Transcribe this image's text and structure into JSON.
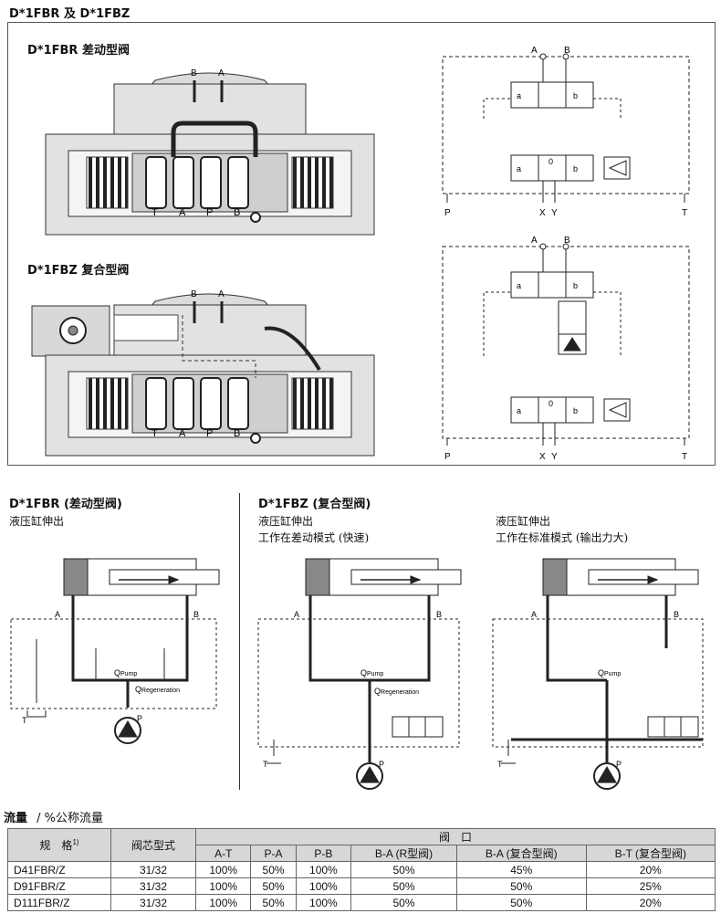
{
  "header": {
    "title": "D*1FBR 及 D*1FBZ"
  },
  "top_panel": {
    "fbr_title": "D*1FBR 差动型阀",
    "fbz_title": "D*1FBZ 复合型阀",
    "valve_port_labels": [
      "T",
      "A",
      "P",
      "B"
    ],
    "body_port_labels": [
      "B",
      "A"
    ],
    "schematic_top_labels": [
      "A",
      "B"
    ],
    "schematic_bottom_labels": [
      "P",
      "X",
      "Y",
      "T"
    ],
    "spool_labels": [
      "a",
      "0",
      "b"
    ]
  },
  "circuits": {
    "left": {
      "title": "D*1FBR (差动型阀)",
      "line1": "液压缸伸出",
      "q_pump": "Q",
      "q_pump_sub": "Pump",
      "q_regen": "Q",
      "q_regen_sub": "Regeneration",
      "labels": [
        "A",
        "B",
        "T",
        "P"
      ]
    },
    "middle": {
      "title": "D*1FBZ (复合型阀)",
      "line1": "液压缸伸出",
      "line2": "工作在差动模式 (快速)",
      "q_pump": "Q",
      "q_pump_sub": "Pump",
      "q_regen": "Q",
      "q_regen_sub": "Regeneration",
      "labels": [
        "A",
        "B",
        "T",
        "P"
      ]
    },
    "right": {
      "line1": "液压缸伸出",
      "line2": "工作在标准模式 (输出力大)",
      "q_pump": "Q",
      "q_pump_sub": "Pump",
      "labels": [
        "A",
        "B",
        "T",
        "P"
      ]
    }
  },
  "flow_section": {
    "title": "流量",
    "subtitle": "/ %公称流量"
  },
  "table": {
    "col_spec": "规　格",
    "col_spec_sup": "1)",
    "col_spool": "阀芯型式",
    "group_header": "阀　口",
    "port_headers": [
      "A-T",
      "P-A",
      "P-B",
      "B-A (R型阀)",
      "B-A (复合型阀)",
      "B-T (复合型阀)"
    ],
    "rows": [
      {
        "model": "D41FBR/Z",
        "spool": "31/32",
        "values": [
          "100%",
          "50%",
          "100%",
          "50%",
          "45%",
          "20%"
        ]
      },
      {
        "model": "D91FBR/Z",
        "spool": "31/32",
        "values": [
          "100%",
          "50%",
          "100%",
          "50%",
          "50%",
          "25%"
        ]
      },
      {
        "model": "D111FBR/Z",
        "spool": "31/32",
        "values": [
          "100%",
          "50%",
          "100%",
          "50%",
          "50%",
          "20%"
        ]
      }
    ]
  }
}
